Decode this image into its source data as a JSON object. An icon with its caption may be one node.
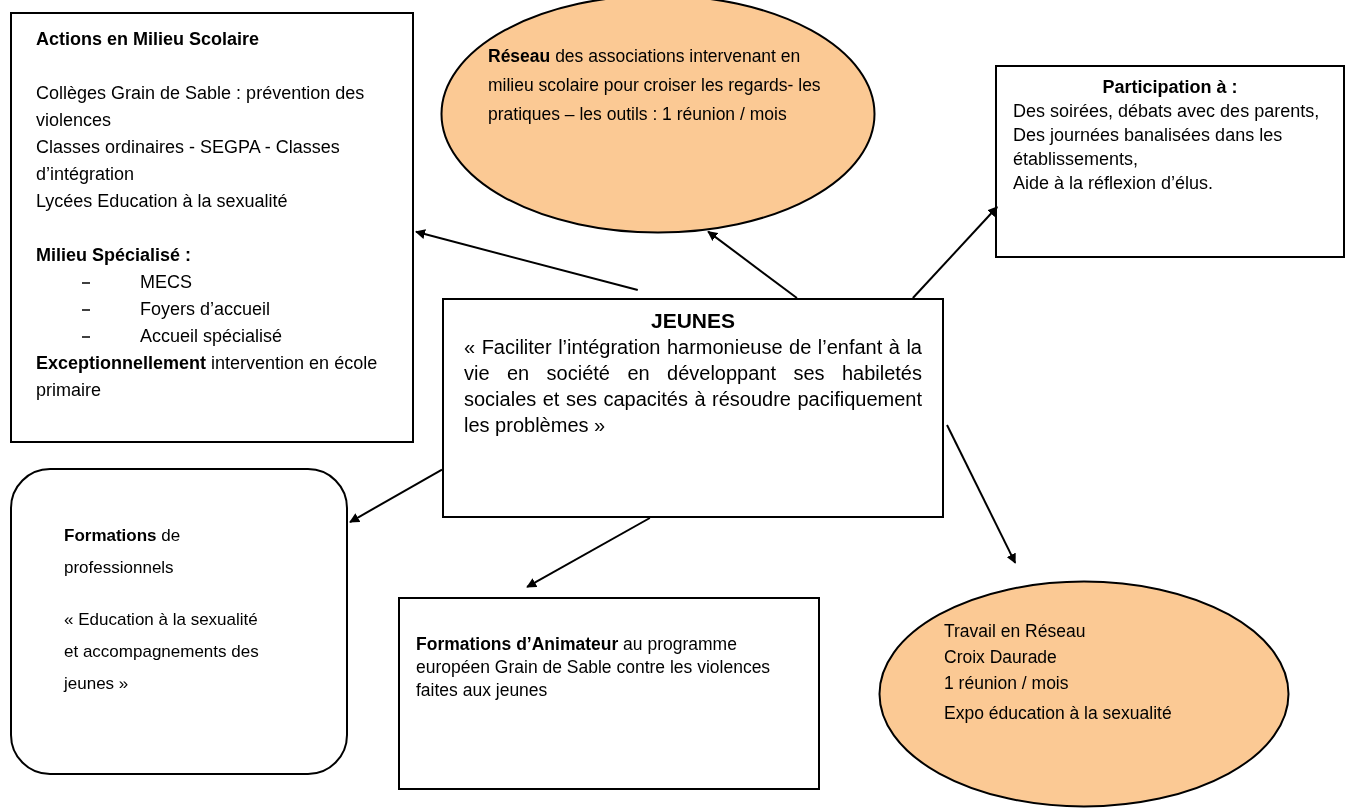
{
  "diagram": {
    "nodes": [
      {
        "text": [
          "Actions en Milieu Scolaire",
          "Collèges  Grain de Sable : prévention des violences",
          "Classes ordinaires -  SEGPA - Classes d’intégration",
          "Lycées  Education à la sexualité",
          "Milieu Spécialisé :",
          "MECS",
          "Foyers d’accueil",
          "Accueil spécialisé",
          "**Exceptionnellement** intervention en école primaire"
        ]
      },
      {
        "text": [
          "**Réseau** des associations intervenant en milieu scolaire  pour croiser les regards- les pratiques – les outils : 1 réunion / mois"
        ]
      },
      {
        "text": [
          "Participation à :",
          "Des soirées, débats avec des parents,",
          "Des journées banalisées dans les établissements,",
          "Aide à la réflexion d’élus."
        ]
      },
      {
        "text": [
          "JEUNES",
          "« Faciliter l’intégration harmonieuse de l’enfant à la vie en société en développant ses habiletés sociales et ses capacités à résoudre pacifiquement les problèmes »"
        ]
      },
      {
        "text": [
          "**Formations** de professionnels",
          "« Education à la sexualité et accompagnements des jeunes »"
        ]
      },
      {
        "text": [
          "**Formations d’Animateur**  au programme européen Grain de Sable contre les violences faites aux jeunes"
        ]
      },
      {
        "text": [
          "Travail en Réseau",
          "Croix Daurade",
          "1 réunion / mois",
          "Expo éducation à la sexualité"
        ]
      }
    ],
    "edges": [
      {
        "from": 3,
        "to": 0,
        "arrow": "to"
      },
      {
        "from": 3,
        "to": 1,
        "arrow": "to"
      },
      {
        "from": 3,
        "to": 2,
        "arrow": "to"
      },
      {
        "from": 3,
        "to": 4,
        "arrow": "to"
      },
      {
        "from": 3,
        "to": 5,
        "arrow": "to"
      },
      {
        "from": 3,
        "to": 6,
        "arrow": "to"
      }
    ]
  }
}
